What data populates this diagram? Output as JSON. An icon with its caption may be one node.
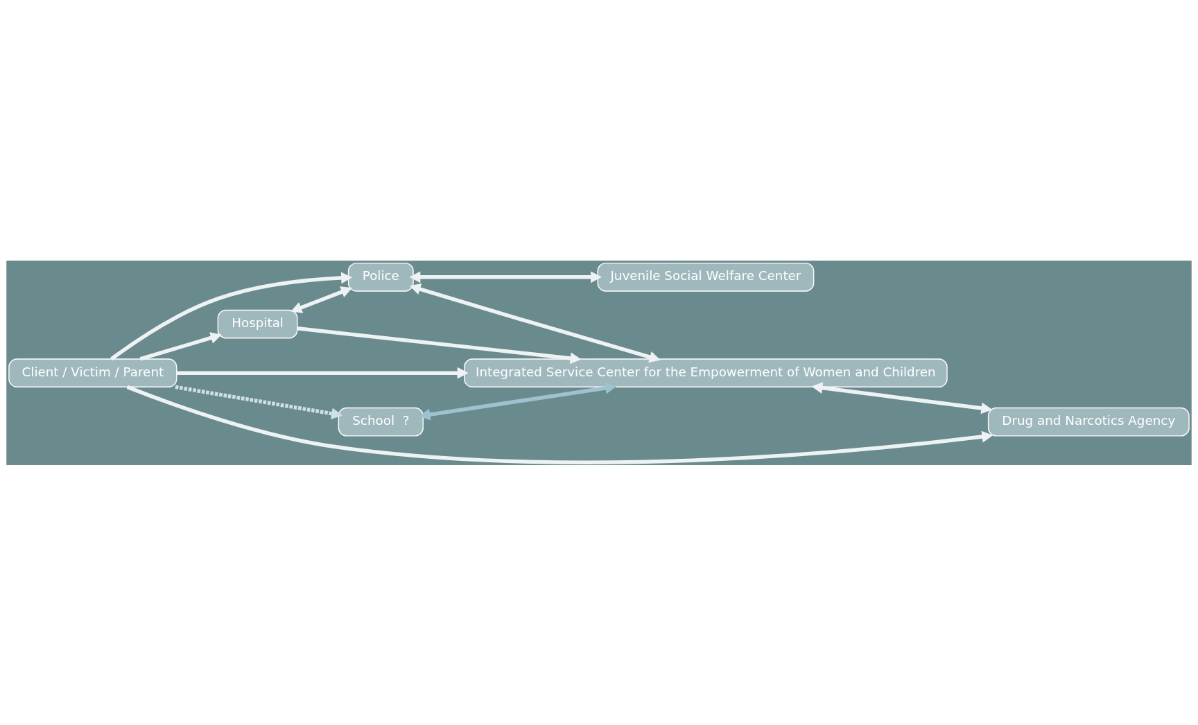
{
  "diagram": {
    "nodes": [
      {
        "text": [
          "Client / Victim / Parent"
        ]
      },
      {
        "text": [
          "Hospital"
        ]
      },
      {
        "text": [
          "Police"
        ]
      },
      {
        "text": [
          "Integrated Service Center for the Empowerment of Women and Children"
        ]
      },
      {
        "text": [
          "School  ?"
        ]
      },
      {
        "text": [
          "Juvenile Social Welfare Center"
        ]
      },
      {
        "text": [
          "Drug and Narcotics Agency"
        ]
      }
    ],
    "edges": [
      {
        "from": 0,
        "to": 4,
        "arrow": "to",
        "style": "dashed",
        "color": "#cde0e6"
      },
      {
        "from": 0,
        "to": 3,
        "arrow": "to"
      },
      {
        "from": 0,
        "to": 1,
        "arrow": "to"
      },
      {
        "from": 0,
        "to": 2,
        "arrow": "to"
      },
      {
        "from": 0,
        "to": 6,
        "arrow": "to"
      },
      {
        "from": 1,
        "to": 3,
        "arrow": "to"
      },
      {
        "from": 1,
        "to": 2,
        "arrow": "both"
      },
      {
        "from": 2,
        "to": 3,
        "arrow": "both"
      },
      {
        "from": 4,
        "to": 3,
        "arrow": "both",
        "color": "#9fc2cf"
      },
      {
        "from": 2,
        "to": 5,
        "arrow": "both"
      },
      {
        "from": 3,
        "to": 6,
        "arrow": "both"
      }
    ]
  }
}
